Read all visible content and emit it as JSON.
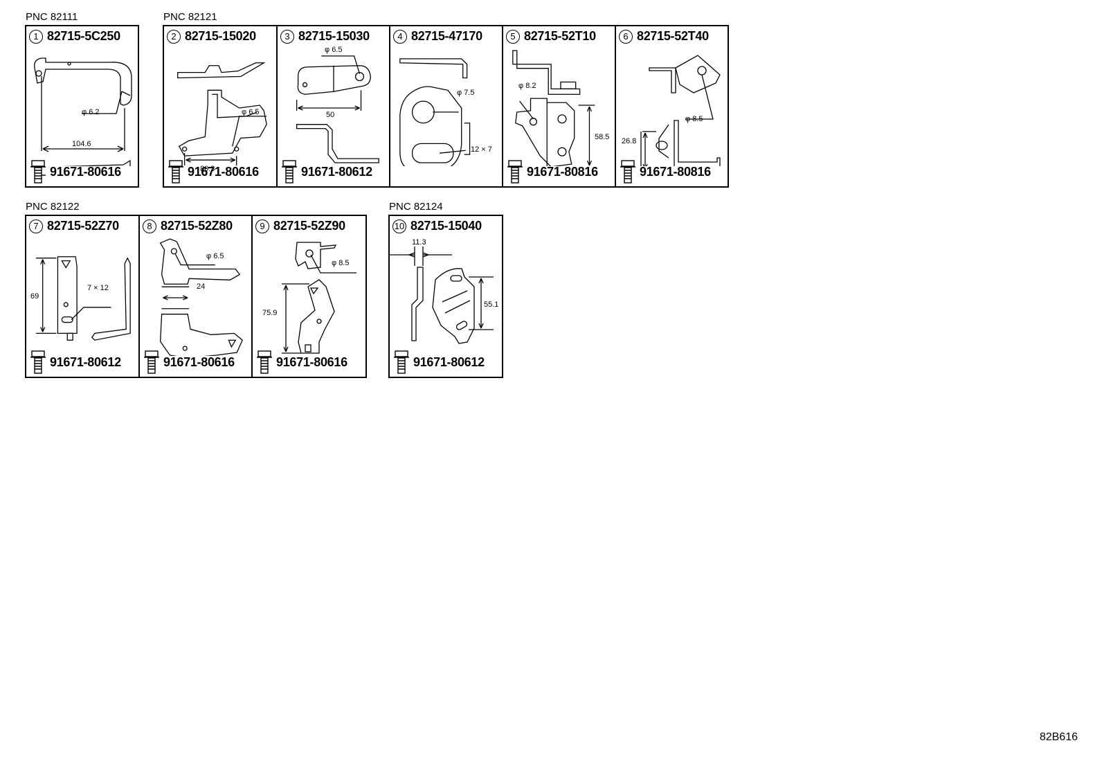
{
  "groups": [
    {
      "pnc": "PNC 82111",
      "cells": [
        {
          "num": "1",
          "part": "82715-5C250",
          "bolt": "91671-80616",
          "dims": [
            "φ 6.2",
            "104.6"
          ]
        }
      ]
    },
    {
      "pnc": "PNC 82121",
      "cells": [
        {
          "num": "2",
          "part": "82715-15020",
          "bolt": "91671-80616",
          "dims": [
            "φ 6.5",
            "80.3"
          ]
        },
        {
          "num": "3",
          "part": "82715-15030",
          "bolt": "91671-80612",
          "dims": [
            "φ 6.5",
            "50"
          ]
        },
        {
          "num": "4",
          "part": "82715-47170",
          "bolt": "",
          "dims": [
            "φ 7.5",
            "12 × 7"
          ]
        },
        {
          "num": "5",
          "part": "82715-52T10",
          "bolt": "91671-80816",
          "dims": [
            "φ 8.2",
            "58.5"
          ]
        },
        {
          "num": "6",
          "part": "82715-52T40",
          "bolt": "91671-80816",
          "dims": [
            "φ 8.5",
            "26.8"
          ]
        }
      ]
    },
    {
      "pnc": "PNC 82122",
      "cells": [
        {
          "num": "7",
          "part": "82715-52Z70",
          "bolt": "91671-80612",
          "dims": [
            "7 × 12",
            "69"
          ]
        },
        {
          "num": "8",
          "part": "82715-52Z80",
          "bolt": "91671-80616",
          "dims": [
            "φ 6.5",
            "24"
          ]
        },
        {
          "num": "9",
          "part": "82715-52Z90",
          "bolt": "91671-80616",
          "dims": [
            "φ 8.5",
            "75.9"
          ]
        }
      ]
    },
    {
      "pnc": "PNC 82124",
      "cells": [
        {
          "num": "10",
          "part": "82715-15040",
          "bolt": "91671-80612",
          "dims": [
            "11.3",
            "55.1"
          ]
        }
      ]
    }
  ],
  "footer": {
    "ref_code": "82B616"
  }
}
